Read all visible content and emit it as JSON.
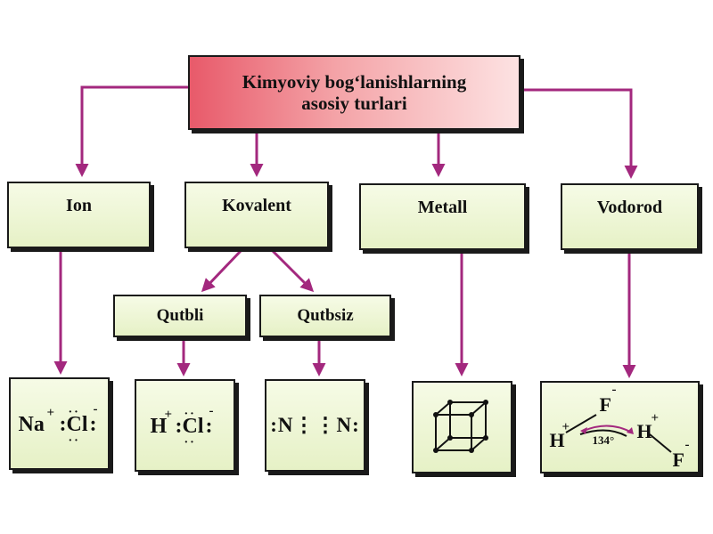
{
  "title": {
    "line1": "Kimyoviy bog‘lanishlarning",
    "line2": "asosiy turlari"
  },
  "types": {
    "ion": "Ion",
    "kovalent": "Kovalent",
    "metall": "Metall",
    "vodorod": "Vodorod"
  },
  "kovalent_sub": {
    "qutbli": "Qutbli",
    "qutbsiz": "Qutbsiz"
  },
  "examples": {
    "ion": {
      "cation": "Na",
      "cation_charge": "+",
      "anion": "Cl",
      "anion_charge": "-"
    },
    "qutbli": {
      "atom1": "H",
      "atom1_charge": "+",
      "atom2": "Cl",
      "atom2_charge": "-"
    },
    "qutbsiz": {
      "formula": ":N⋮⋮N:"
    },
    "metall": {
      "icon": "cube-lattice-icon"
    },
    "vodorod": {
      "h1": "H",
      "h1_charge": "+",
      "f1": "F",
      "f1_charge": "-",
      "h2": "H",
      "h2_charge": "+",
      "f2": "F",
      "f2_charge": "-",
      "angle": "134°"
    }
  },
  "colors": {
    "arrow": "#a3287e",
    "box_fill": "#eef6d6",
    "title_fill": "#f07a82"
  }
}
